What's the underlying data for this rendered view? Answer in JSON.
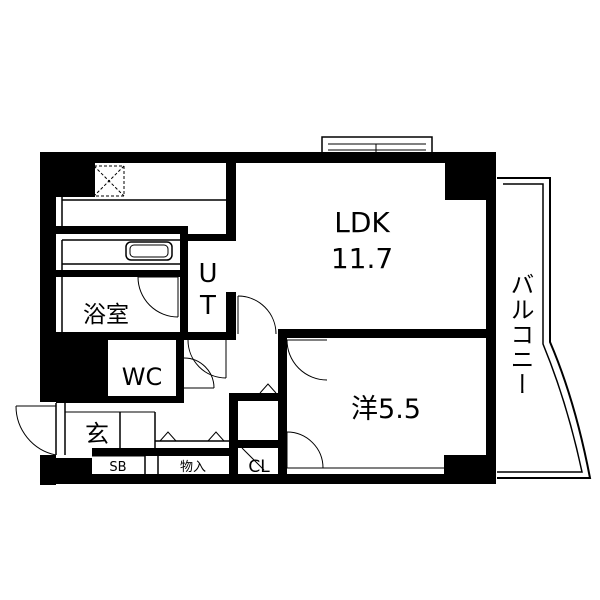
{
  "rooms": {
    "ldk_name": "LDK",
    "ldk_size": "11.7",
    "western": "洋5.5",
    "bath": "浴室",
    "ut_1": "U",
    "ut_2": "T",
    "wc": "WC",
    "entrance": "玄",
    "shoe_box": "SB",
    "storage": "物入",
    "closet": "CL",
    "balcony": "バルコニー"
  },
  "colors": {
    "wall": "#000000",
    "line": "#000000",
    "background": "#ffffff"
  },
  "icons": [
    "skylight-icon",
    "bathtub-icon",
    "door-swing-icon",
    "window-icon"
  ]
}
